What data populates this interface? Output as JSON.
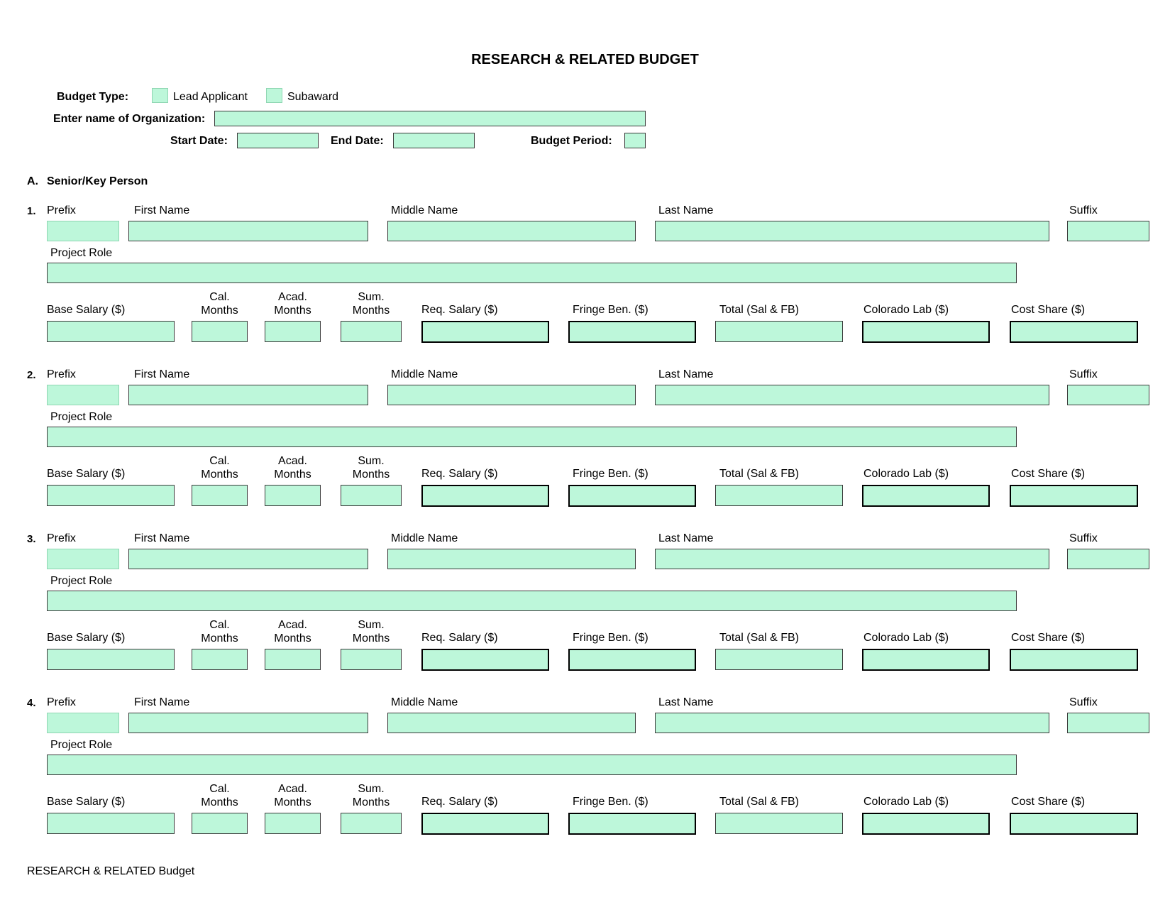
{
  "form": {
    "title": "RESEARCH & RELATED BUDGET",
    "budget_type_label": "Budget Type:",
    "lead_applicant_label": "Lead Applicant",
    "subaward_label": "Subaward",
    "org_label": "Enter name of Organization:",
    "start_date_label": "Start Date:",
    "end_date_label": "End Date:",
    "budget_period_label": "Budget Period:",
    "section_letter": "A.",
    "section_title": "Senior/Key Person",
    "footer": "RESEARCH & RELATED Budget"
  },
  "labels": {
    "prefix": "Prefix",
    "first_name": "First Name",
    "middle_name": "Middle Name",
    "last_name": "Last Name",
    "suffix": "Suffix",
    "project_role": "Project Role",
    "base_salary": "Base Salary ($)",
    "cal": "Cal.",
    "acad": "Acad.",
    "sum": "Sum.",
    "months": "Months",
    "req_salary": "Req. Salary ($)",
    "fringe": "Fringe Ben. ($)",
    "total": "Total (Sal & FB)",
    "colorado_lab": "Colorado Lab ($)",
    "cost_share": "Cost Share ($)"
  },
  "persons": [
    {
      "number": "1.",
      "prefix": "",
      "first_name": "",
      "middle_name": "",
      "last_name": "",
      "suffix": "",
      "project_role": "",
      "base_salary": "",
      "cal_months": "",
      "acad_months": "",
      "sum_months": "",
      "req_salary": "",
      "fringe": "",
      "total": "",
      "colorado_lab": "",
      "cost_share": ""
    },
    {
      "number": "2.",
      "prefix": "",
      "first_name": "",
      "middle_name": "",
      "last_name": "",
      "suffix": "",
      "project_role": "",
      "base_salary": "",
      "cal_months": "",
      "acad_months": "",
      "sum_months": "",
      "req_salary": "",
      "fringe": "",
      "total": "",
      "colorado_lab": "",
      "cost_share": ""
    },
    {
      "number": "3.",
      "prefix": "",
      "first_name": "",
      "middle_name": "",
      "last_name": "",
      "suffix": "",
      "project_role": "",
      "base_salary": "",
      "cal_months": "",
      "acad_months": "",
      "sum_months": "",
      "req_salary": "",
      "fringe": "",
      "total": "",
      "colorado_lab": "",
      "cost_share": ""
    },
    {
      "number": "4.",
      "prefix": "",
      "first_name": "",
      "middle_name": "",
      "last_name": "",
      "suffix": "",
      "project_role": "",
      "base_salary": "",
      "cal_months": "",
      "acad_months": "",
      "sum_months": "",
      "req_salary": "",
      "fringe": "",
      "total": "",
      "colorado_lab": "",
      "cost_share": ""
    }
  ],
  "colors": {
    "field_fill": "#bdf7da",
    "field_border": "#3a3a3a"
  }
}
